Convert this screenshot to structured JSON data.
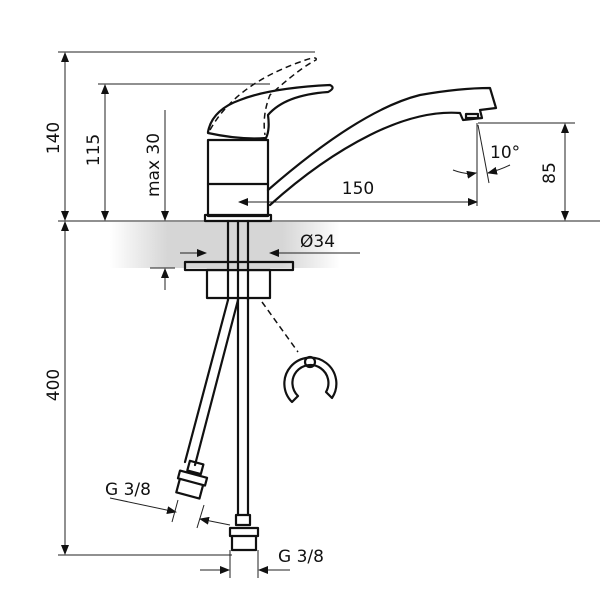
{
  "drawing": {
    "dimensions": {
      "total_height": "140",
      "lever_height": "115",
      "max_counter_thickness": "max 30",
      "spout_reach": "150",
      "spout_angle": "10°",
      "spout_height": "85",
      "base_diameter": "Ø34",
      "hose_length": "400",
      "hose_thread_left": "G 3/8",
      "hose_thread_bottom": "G 3/8"
    },
    "colors": {
      "line": "#111111",
      "countertop_shade": "#d9d9d9"
    }
  }
}
